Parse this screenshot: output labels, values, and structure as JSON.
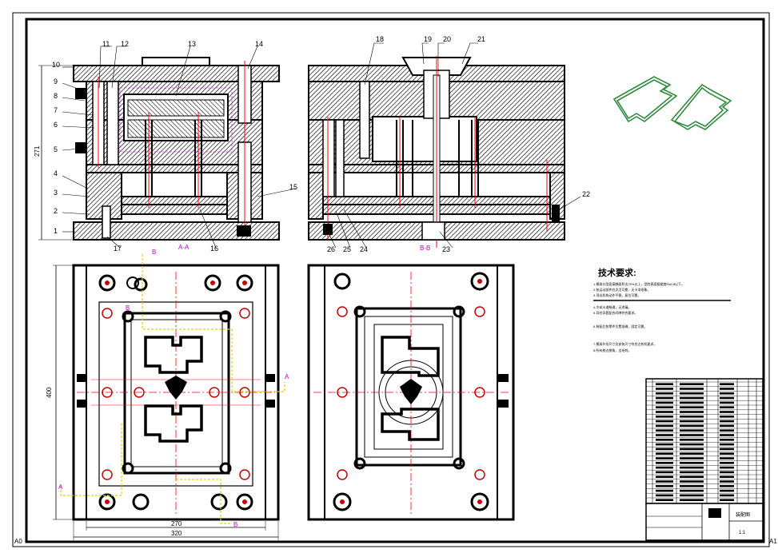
{
  "section_labels": {
    "aa": "A-A",
    "bb": "B-B"
  },
  "corner_labels": {
    "left": "A0",
    "right": "A1"
  },
  "part_numbers": [
    "1",
    "2",
    "3",
    "4",
    "5",
    "6",
    "7",
    "8",
    "9",
    "10",
    "11",
    "12",
    "13",
    "14",
    "15",
    "16",
    "17",
    "18",
    "19",
    "20",
    "21",
    "22",
    "23",
    "24",
    "25",
    "26"
  ],
  "dimensions": {
    "height_271": "271",
    "height_400": "400",
    "width_270": "270",
    "width_320": "320"
  },
  "cut_markers": {
    "a": "A",
    "b": "B"
  },
  "tech_requirements": {
    "heading": "技术要求:",
    "lines": [
      "1.模具分型面接触面积达75%以上，型腔表面粗糙度Ra0.8以下。",
      "2.各运动部件应灵活可靠，无卡滞现象。",
      "3.顶出机构动作平稳，复位可靠。",
      "4.冷却水道畅通，无渗漏。",
      "5.导柱导套配合间隙符合要求。",
      "6.装配后各零件位置准确，固定可靠。",
      "7.模具外形尺寸及安装尺寸符合注射机要求。",
      "8.所有棱边倒角，去毛刺。"
    ]
  },
  "title_block": {
    "name": "装配图",
    "scale": "1:1"
  },
  "colors": {
    "line": "#000000",
    "center": "#ff0000",
    "path": "#ffff00",
    "tag": "#c800c8",
    "part": "#2e8b3d"
  }
}
